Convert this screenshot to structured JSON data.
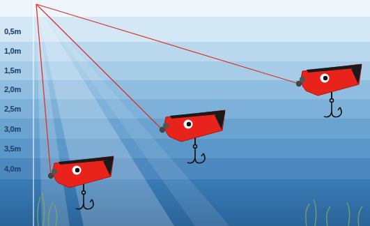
{
  "diagram": {
    "labels": [
      "0,5m",
      "1,0m",
      "1,5m",
      "2,0m",
      "2,5m",
      "3,0m",
      "3,5m",
      "4,0m"
    ]
  }
}
